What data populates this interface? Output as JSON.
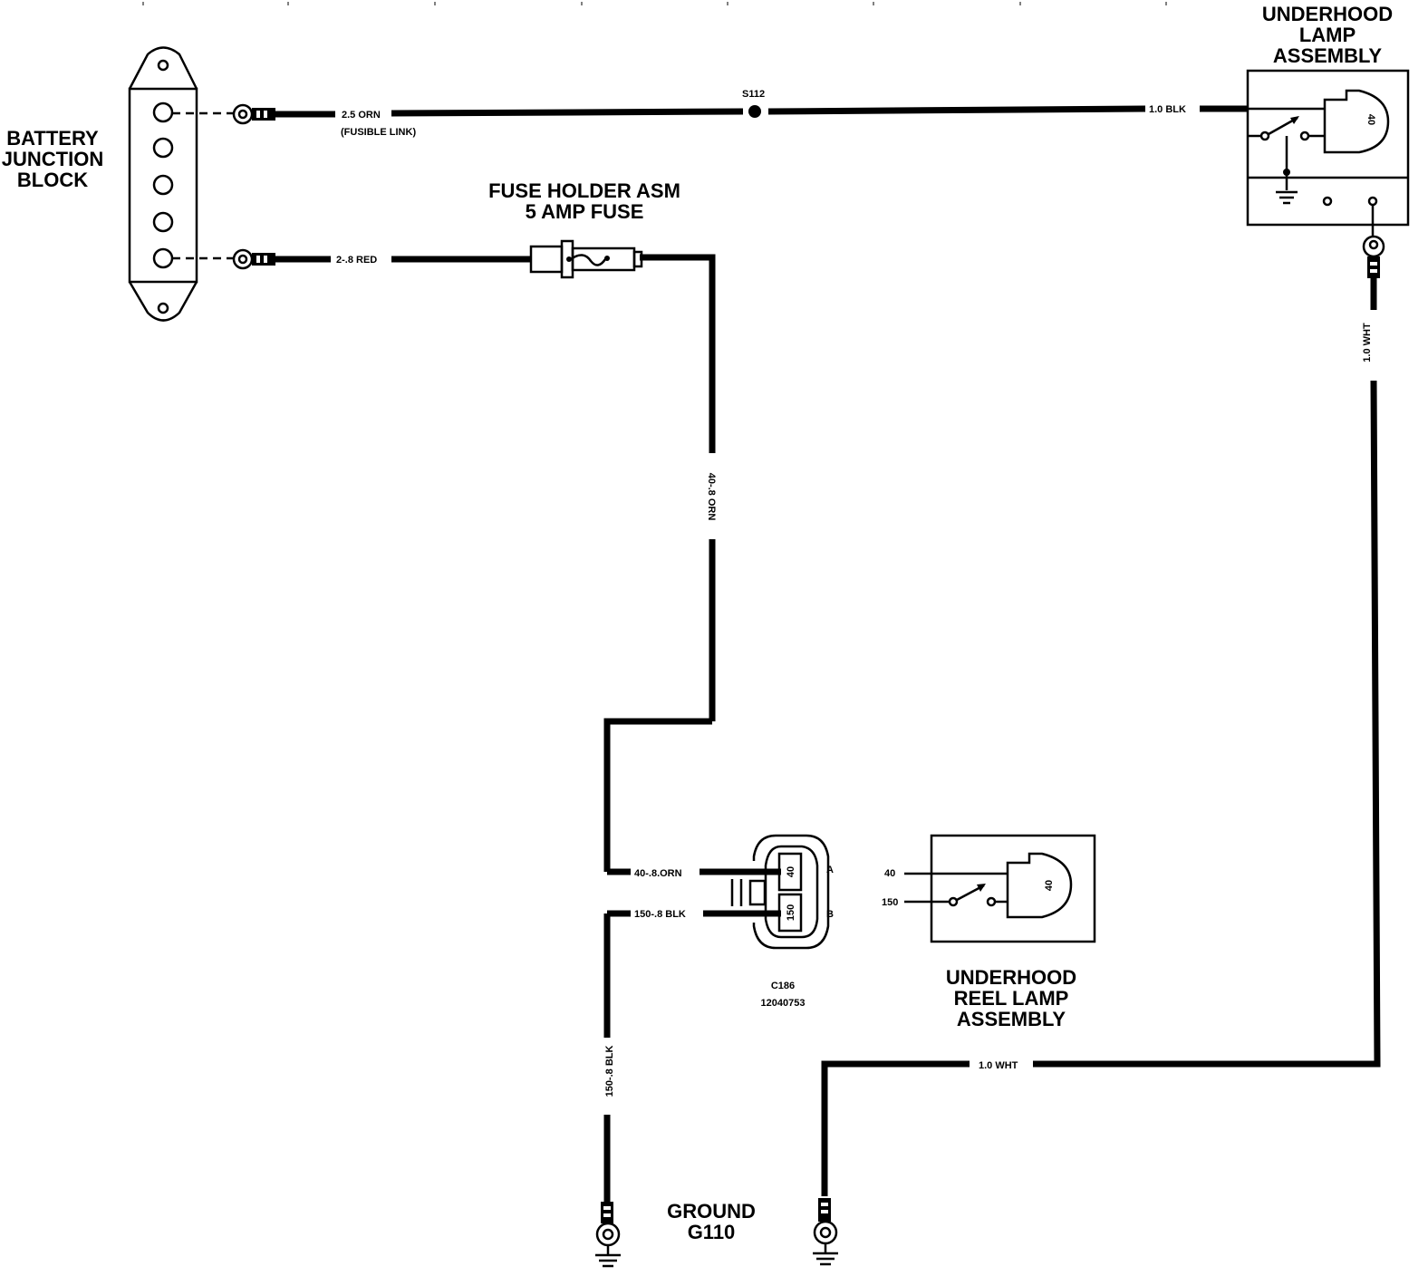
{
  "components": {
    "battery_junction_block": [
      "BATTERY",
      "JUNCTION",
      "BLOCK"
    ],
    "fuse_holder": [
      "FUSE HOLDER ASM",
      "5 AMP FUSE"
    ],
    "underhood_lamp": [
      "UNDERHOOD",
      "LAMP",
      "ASSEMBLY"
    ],
    "underhood_reel_lamp": [
      "UNDERHOOD",
      "REEL LAMP",
      "ASSEMBLY"
    ],
    "ground": [
      "GROUND",
      "G110"
    ]
  },
  "wires": {
    "fusible_link": "2.5 ORN",
    "fusible_link_note": "(FUSIBLE LINK)",
    "splice": "S112",
    "lamp_feed": "1.0 BLK",
    "red_feed": "2-.8 RED",
    "orn_vertical": "40-.8 ORN",
    "wht_vertical": "1.0 WHT",
    "wht_horizontal": "1.0 WHT",
    "blk_vertical": "150-.8 BLK",
    "conn_pin_a_wire": "40-.8.ORN",
    "conn_pin_b_wire": "150-.8 BLK"
  },
  "connector": {
    "name": "C186",
    "part_number": "12040753",
    "pin_a": "A",
    "pin_b": "B",
    "cavity_a": "40",
    "cavity_b": "150"
  },
  "reel_lamp_pins": {
    "pin1": "40",
    "pin2": "150",
    "bulb": "40"
  },
  "lamp_bulb": "40"
}
